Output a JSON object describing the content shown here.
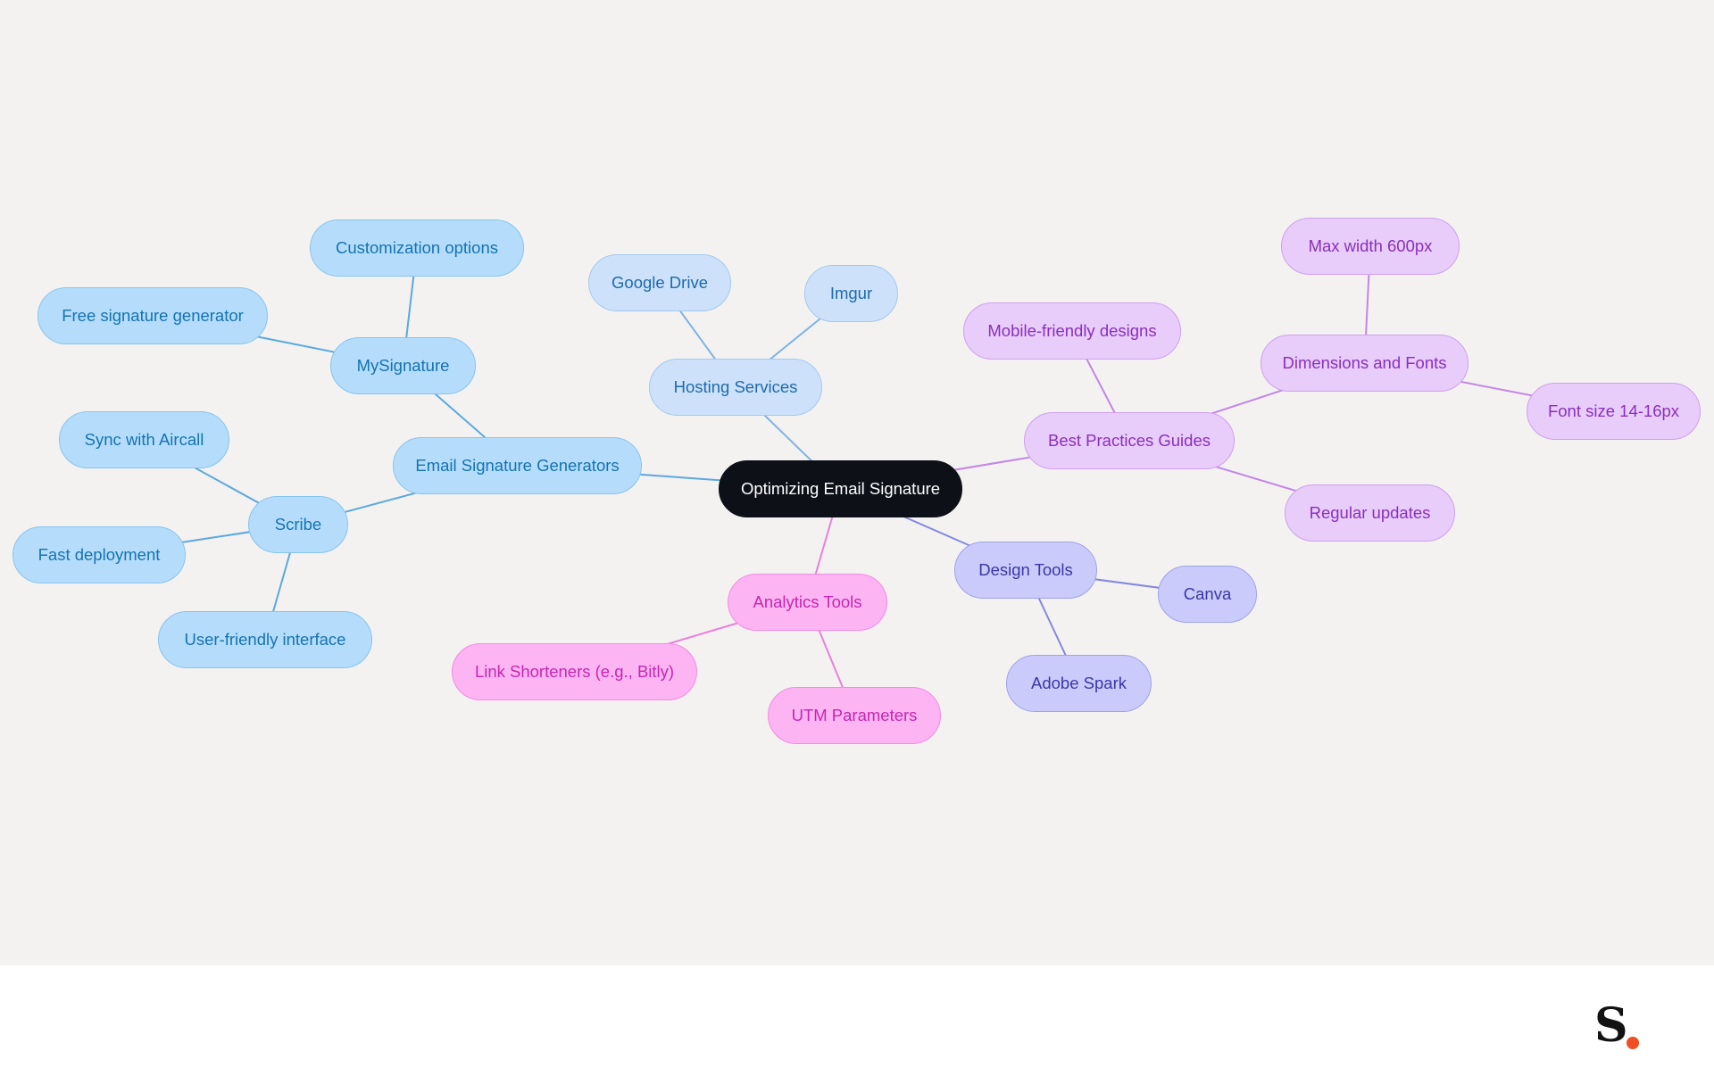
{
  "mindmap": {
    "root": {
      "id": "root",
      "label": "Optimizing Email Signature"
    },
    "branches": [
      {
        "id": "gen",
        "label": "Email Signature Generators",
        "color": "#5aa9df",
        "children": [
          {
            "id": "mysig",
            "label": "MySignature",
            "children": [
              {
                "id": "custom",
                "label": "Customization options"
              },
              {
                "id": "free",
                "label": "Free signature generator"
              }
            ]
          },
          {
            "id": "scribe",
            "label": "Scribe",
            "children": [
              {
                "id": "sync",
                "label": "Sync with Aircall"
              },
              {
                "id": "fast",
                "label": "Fast deployment"
              },
              {
                "id": "ufi",
                "label": "User-friendly interface"
              }
            ]
          }
        ]
      },
      {
        "id": "host",
        "label": "Hosting Services",
        "color": "#7fb2e5",
        "children": [
          {
            "id": "gdrive",
            "label": "Google Drive"
          },
          {
            "id": "imgur",
            "label": "Imgur"
          }
        ]
      },
      {
        "id": "bpg",
        "label": "Best Practices Guides",
        "color": "#c486e6",
        "children": [
          {
            "id": "mobile",
            "label": "Mobile-friendly designs"
          },
          {
            "id": "dims",
            "label": "Dimensions and Fonts",
            "children": [
              {
                "id": "maxw",
                "label": "Max width 600px"
              },
              {
                "id": "fsize",
                "label": "Font size 14-16px"
              }
            ]
          },
          {
            "id": "updates",
            "label": "Regular updates"
          }
        ]
      },
      {
        "id": "design",
        "label": "Design Tools",
        "color": "#8587df",
        "children": [
          {
            "id": "canva",
            "label": "Canva"
          },
          {
            "id": "adobe",
            "label": "Adobe Spark"
          }
        ]
      },
      {
        "id": "analytics",
        "label": "Analytics Tools",
        "color": "#ec7fdb",
        "children": [
          {
            "id": "links",
            "label": "Link Shorteners (e.g., Bitly)"
          },
          {
            "id": "utm",
            "label": "UTM Parameters"
          }
        ]
      }
    ]
  },
  "brand": {
    "logo_letter": "S",
    "logo_dot_color": "#f04e23"
  }
}
